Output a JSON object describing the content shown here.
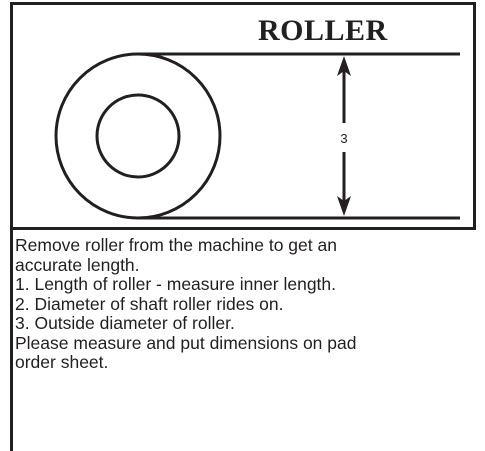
{
  "title": "ROLLER",
  "dimension_label": "3",
  "instructions": [
    "Remove roller from the machine to get an",
    "accurate length.",
    "1. Length of roller - measure inner length.",
    "2. Diameter of shaft roller rides on.",
    "3. Outside diameter of roller.",
    "Please measure and put dimensions on pad",
    "order sheet."
  ],
  "colors": {
    "ink": "#231f20",
    "background": "#ffffff"
  }
}
